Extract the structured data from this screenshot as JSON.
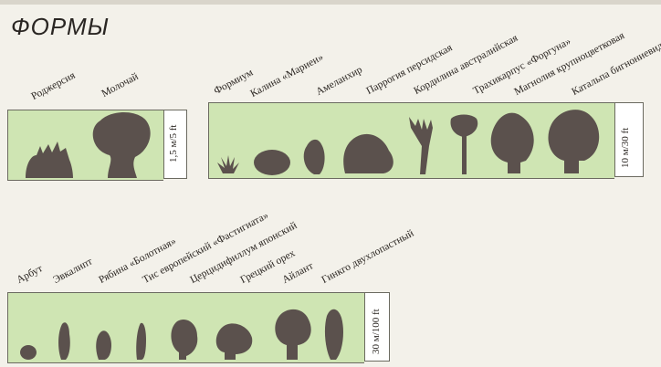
{
  "page": {
    "title": "ФОРМЫ"
  },
  "group_small": {
    "labels": [
      "Роджерсия",
      "Молочай"
    ],
    "scale": "1,5 м/5 ft"
  },
  "group_medium": {
    "labels": [
      "Формиум",
      "Калина «Мариеи»",
      "Амеланхир",
      "Паррогия персидская",
      "Кордилина австралийская",
      "Трахикарпус «Форгуна»",
      "Магнолия крупноцветковая",
      "Катальпа бигнониевидная «Золотая»"
    ],
    "scale": "10 м/30 ft"
  },
  "group_large": {
    "labels": [
      "Арбут",
      "Эвкалипт",
      "Рябина «Болотная»",
      "Тис европейский «Фастигиата»",
      "Церцидифиллум японский",
      "Грецкий орех",
      "Айлант",
      "Гинкго двухлопастный"
    ],
    "scale": "30 м/100 ft"
  },
  "colors": {
    "panel_fill": "#cfe5b3",
    "silhouette": "#5b514d",
    "scale_box": "#ffffff"
  }
}
